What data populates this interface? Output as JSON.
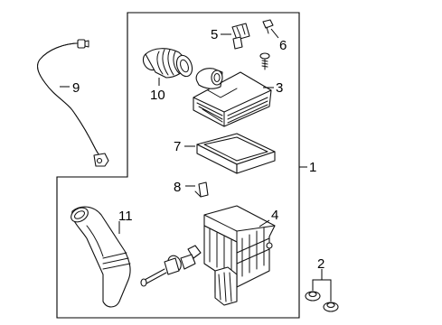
{
  "callouts": [
    {
      "id": "c1",
      "text": "1",
      "part": "assembly"
    },
    {
      "id": "c2",
      "text": "2",
      "part": "grommet"
    },
    {
      "id": "c3",
      "text": "3",
      "part": "air-cleaner-cover"
    },
    {
      "id": "c4",
      "text": "4",
      "part": "air-cleaner-lower-housing"
    },
    {
      "id": "c5",
      "text": "5",
      "part": "sensor"
    },
    {
      "id": "c6",
      "text": "6",
      "part": "screw"
    },
    {
      "id": "c7",
      "text": "7",
      "part": "air-filter-element"
    },
    {
      "id": "c8",
      "text": "8",
      "part": "clip"
    },
    {
      "id": "c9",
      "text": "9",
      "part": "vent-hose"
    },
    {
      "id": "c10",
      "text": "10",
      "part": "air-intake-tube"
    },
    {
      "id": "c11",
      "text": "11",
      "part": "inlet-duct"
    }
  ],
  "colors": {
    "line": "#111111",
    "background": "#ffffff"
  }
}
